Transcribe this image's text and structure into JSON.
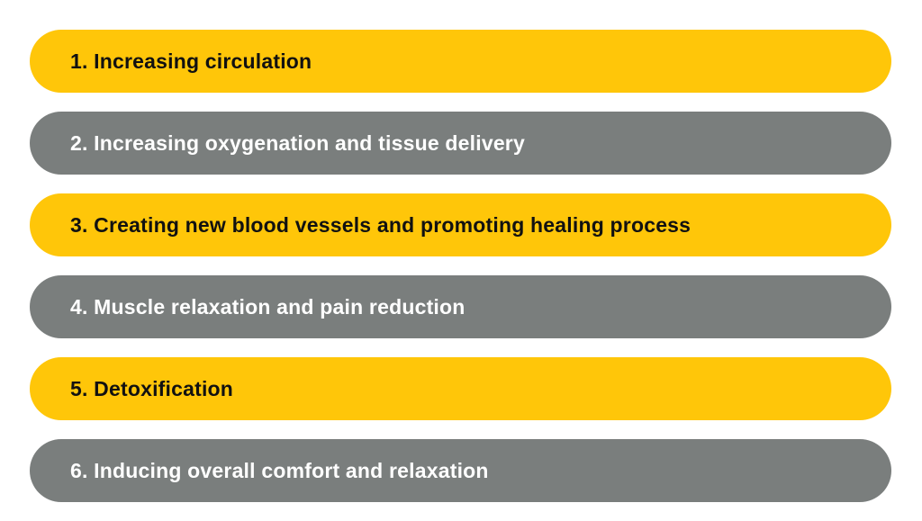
{
  "slide": {
    "background": "#FFFFFF",
    "colors": {
      "yellow": "#FFC609",
      "gray": "#7A7E7D",
      "text_on_yellow": "#111111",
      "text_on_gray": "#FFFFFF"
    },
    "items": [
      {
        "label": "1. Increasing circulation",
        "variant": "yellow"
      },
      {
        "label": "2. Increasing oxygenation and tissue delivery",
        "variant": "gray"
      },
      {
        "label": "3. Creating new blood vessels and promoting healing process",
        "variant": "yellow"
      },
      {
        "label": "4. Muscle relaxation and pain reduction",
        "variant": "gray"
      },
      {
        "label": "5. Detoxification",
        "variant": "yellow"
      },
      {
        "label": "6. Inducing overall comfort and relaxation",
        "variant": "gray"
      }
    ]
  }
}
